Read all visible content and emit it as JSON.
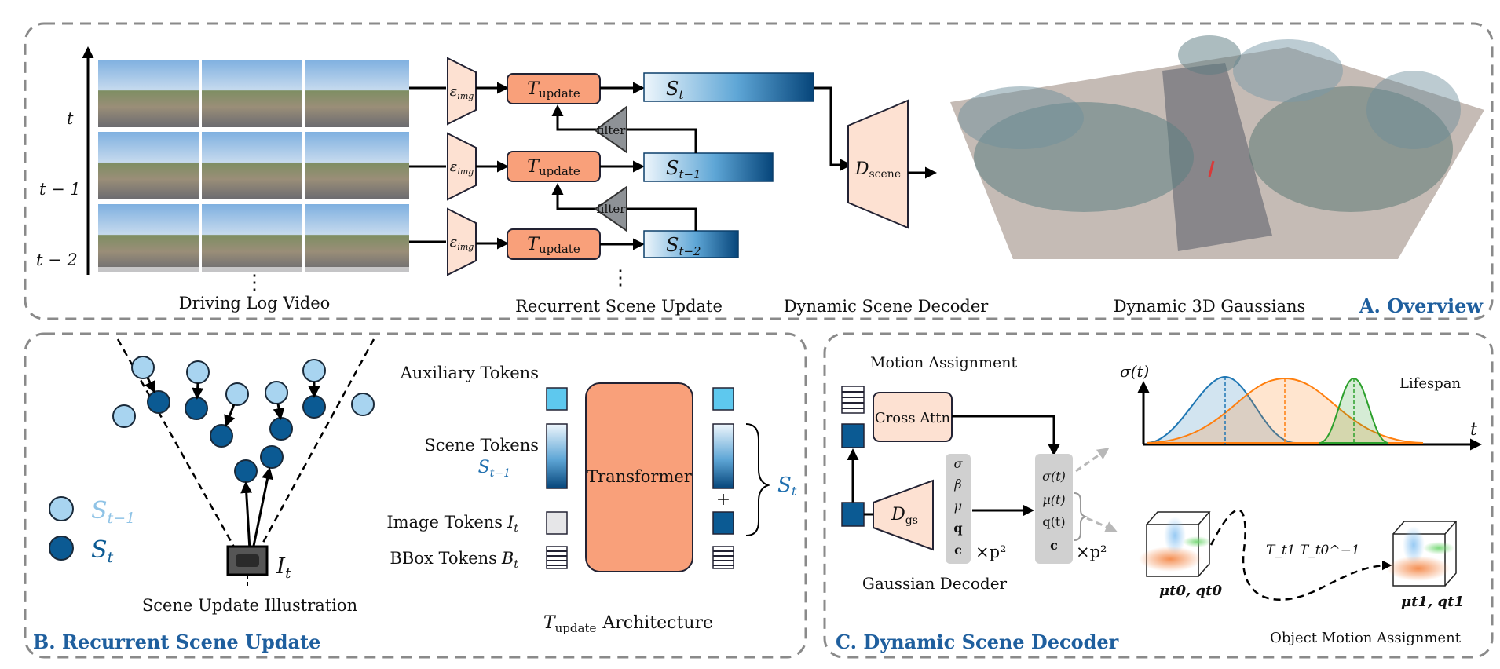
{
  "panel_a": {
    "title": "A. Overview",
    "time_labels": [
      "t",
      "t − 1",
      "t − 2"
    ],
    "caption_video": "Driving Log Video",
    "caption_recurrent": "Recurrent Scene Update",
    "caption_decoder": "Dynamic Scene Decoder",
    "caption_gaussians": "Dynamic 3D Gaussians",
    "encoder_main": "ε",
    "encoder_sub": "img",
    "update_main": "T",
    "update_sub": "update",
    "filter": "filter",
    "state_main": "S",
    "state_subs": [
      "t",
      "t−1",
      "t−2"
    ],
    "decoder_main": "D",
    "decoder_sub": "scene",
    "ellipsis": "⋮"
  },
  "panel_b": {
    "title": "B. Recurrent Scene Update",
    "caption_illustration": "Scene Update Illustration",
    "image_label_main": "I",
    "image_label_sub": "t",
    "legend_prev_main": "S",
    "legend_prev_sub": "t−1",
    "legend_curr_main": "S",
    "legend_curr_sub": "t",
    "aux_tokens": "Auxiliary Tokens",
    "scene_tokens": "Scene Tokens",
    "scene_tokens_sym_main": "S",
    "scene_tokens_sym_sub": "t−1",
    "image_tokens": "Image Tokens",
    "image_tokens_sym_main": "I",
    "image_tokens_sym_sub": "t",
    "bbox_tokens": "BBox Tokens",
    "bbox_tokens_sym_main": "B",
    "bbox_tokens_sym_sub": "t",
    "transformer": "Transformer",
    "plus": "+",
    "output_main": "S",
    "output_sub": "t",
    "arch_main": "T",
    "arch_sub": "update",
    "arch_word": "Architecture"
  },
  "panel_c": {
    "title": "C. Dynamic Scene Decoder",
    "motion_assignment": "Motion Assignment",
    "cross_attn": "Cross Attn",
    "gaussian_decoder": "Gaussian Decoder",
    "dgs_main": "D",
    "dgs_sub": "gs",
    "params_left": [
      "σ",
      "β",
      "μ",
      "q",
      "c"
    ],
    "params_right": [
      "σ(t)",
      "μ(t)",
      "q(t)",
      "c"
    ],
    "times_p2": "×p²",
    "lifespan": "Lifespan",
    "sigma_t": "σ(t)",
    "axis_t": "t",
    "object_motion": "Object Motion Assignment",
    "transform": "T_t1 T_t0^−1",
    "mu_q_t0": "μt0, qt0",
    "mu_q_t1": "μt1, qt1"
  },
  "colors": {
    "panel_border": "#8a8a8a",
    "title_blue": "#1f5f9e",
    "update_orange": "#f9a07a",
    "encoder_peach": "#fde1d2",
    "filter_gray": "#8e9296",
    "dark_blue": "#0b5a93",
    "light_blue": "#a8d4f0",
    "aux_cyan": "#5ec8ee",
    "curve_blue": "#1f77b4",
    "curve_orange": "#ff7f0e",
    "curve_green": "#2ca02c"
  }
}
